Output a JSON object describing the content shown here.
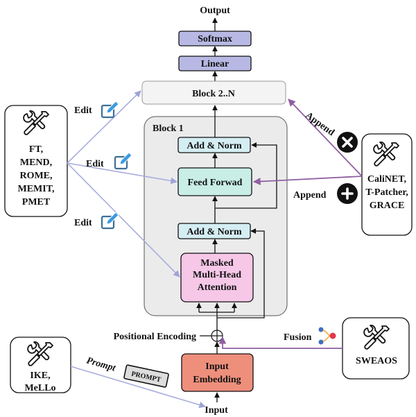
{
  "output_label": "Output",
  "input_label": "Input",
  "positional_encoding_label": "Positional Encoding",
  "fusion_label": "Fusion",
  "prompt_label": "Prompt",
  "prompt_tag": "PROMPT",
  "edit_labels": [
    "Edit",
    "Edit",
    "Edit"
  ],
  "append_top_label": "Append",
  "append_bottom_label": "Append",
  "stack": {
    "softmax": "Softmax",
    "linear": "Linear",
    "block_n": "Block 2..N",
    "block_1_title": "Block 1",
    "add_norm_top": "Add & Norm",
    "feed_forward": "Feed Forwad",
    "add_norm_bottom": "Add & Norm",
    "attention_lines": [
      "Masked",
      "Multi-Head",
      "Attention"
    ],
    "input_embedding_lines": [
      "Input",
      "Embedding"
    ]
  },
  "tool_boxes": {
    "left_methods": [
      "FT,",
      "MEND,",
      "ROME,",
      "MEMIT,",
      "PMET"
    ],
    "right_methods": [
      "CaliNET,",
      "T-Patcher,",
      "GRACE"
    ],
    "bottom_left_methods": [
      "IKE,",
      "MeLLo"
    ],
    "bottom_right_methods": [
      "SWEAOS"
    ]
  },
  "colors": {
    "purple_box": "#b7b8e3",
    "light_blue_box": "#d5eef3",
    "green_box": "#c8eee6",
    "pink_box": "#f6c7e7",
    "salmon_box": "#ee8f7c",
    "edit_arrow": "#a8acdc",
    "append_arrow": "#8f5fa3",
    "edit_icon": "#3d9ae0"
  },
  "icons": [
    "wrench-screwdriver-icon",
    "pencil-square-icon",
    "close-circle-icon",
    "plus-circle-icon",
    "fusion-icon",
    "prompt-tag-icon"
  ]
}
